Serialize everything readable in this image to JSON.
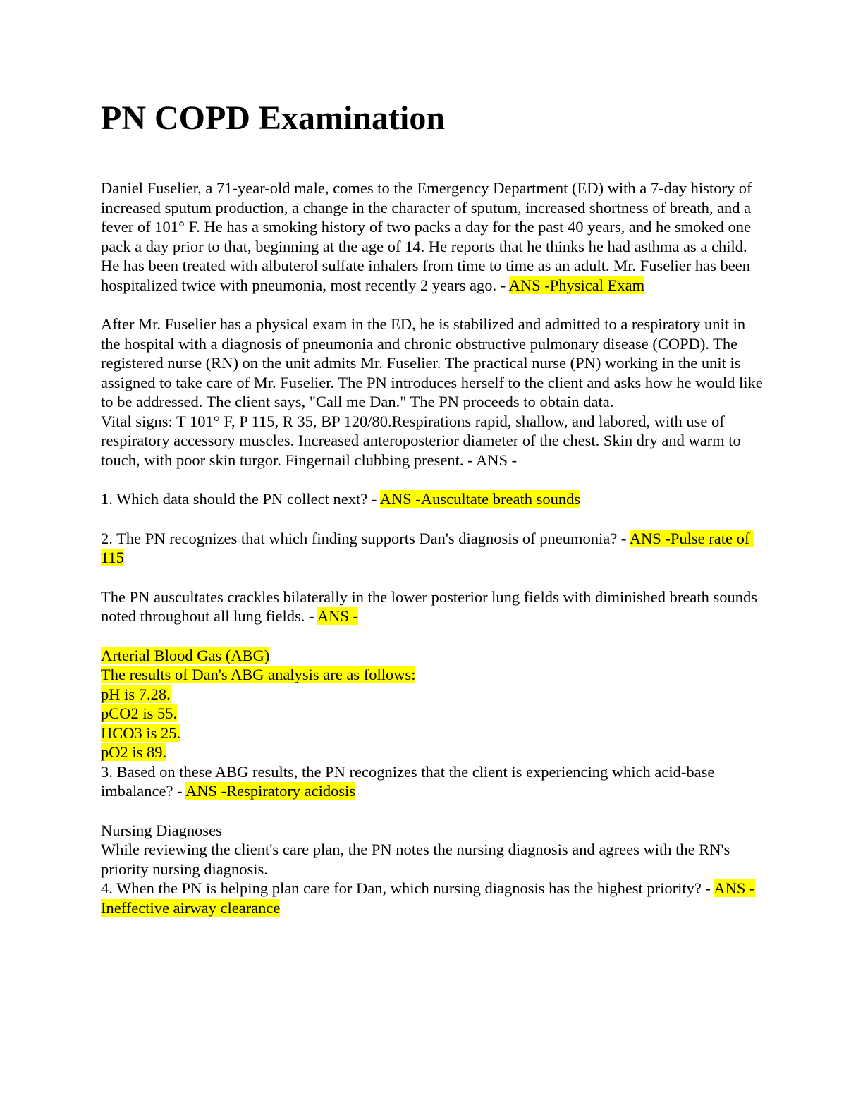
{
  "document": {
    "title": "PN COPD Examination",
    "highlight_color": "#ffff00",
    "text_color": "#000000",
    "background_color": "#ffffff",
    "paragraphs": [
      {
        "runs": [
          {
            "text": "Daniel Fuselier, a 71-year-old male, comes to the Emergency Department (ED) with a 7-day history of increased sputum production, a change in the character of sputum, increased shortness of breath, and a fever of 101° F. He has a smoking history of two packs a day for the past 40 years, and he smoked one pack a day prior to that, beginning at the age of 14. He reports that he thinks he had asthma as a child. He has been treated with albuterol sulfate inhalers from time to time as an adult. Mr. Fuselier has been hospitalized twice with pneumonia, most recently 2 years ago. - ",
            "highlight": false
          },
          {
            "text": "ANS -Physical Exam",
            "highlight": true
          }
        ]
      },
      {
        "runs": [
          {
            "text": "After Mr. Fuselier has a physical exam in the ED, he is stabilized and admitted to a respiratory unit in the hospital with a diagnosis of pneumonia and chronic obstructive pulmonary disease (COPD). The registered nurse (RN) on the unit admits Mr. Fuselier. The practical nurse (PN) working in the unit is assigned to take care of Mr. Fuselier. The PN introduces herself to the client and asks how he would like to be addressed. The client says, \"Call me Dan.\" The PN proceeds to obtain data.\nVital signs: T 101° F, P 115, R 35, BP 120/80.Respirations rapid, shallow, and labored, with use of respiratory accessory muscles. Increased anteroposterior diameter of the chest. Skin dry and warm to touch, with poor skin turgor. Fingernail clubbing present. - ANS -",
            "highlight": false
          }
        ]
      },
      {
        "runs": [
          {
            "text": "1. Which data should the PN collect next? - ",
            "highlight": false
          },
          {
            "text": "ANS -Auscultate breath sounds",
            "highlight": true
          }
        ]
      },
      {
        "runs": [
          {
            "text": "2. The PN recognizes that which finding supports Dan's diagnosis of pneumonia? - ",
            "highlight": false
          },
          {
            "text": "ANS -Pulse rate of 115",
            "highlight": true
          }
        ]
      },
      {
        "runs": [
          {
            "text": "The PN auscultates crackles bilaterally in the lower posterior lung fields with diminished breath sounds noted throughout all lung fields. - ",
            "highlight": false
          },
          {
            "text": "ANS -",
            "highlight": true
          }
        ]
      },
      {
        "runs": [
          {
            "text": "Arterial Blood Gas (ABG)\nThe results of Dan's ABG analysis are as follows:\npH is 7.28.\npCO2 is 55.\nHCO3 is 25.\npO2 is 89.",
            "highlight": true
          },
          {
            "text": "\n3. Based on these ABG results, the PN recognizes that the client is experiencing which acid-base imbalance? - ",
            "highlight": false
          },
          {
            "text": "ANS -Respiratory acidosis",
            "highlight": true
          }
        ]
      },
      {
        "runs": [
          {
            "text": "Nursing Diagnoses\nWhile reviewing the client's care plan, the PN notes the nursing diagnosis and agrees with the RN's priority nursing diagnosis.\n4. When the PN is helping plan care for Dan, which nursing diagnosis has the highest priority? - ",
            "highlight": false
          },
          {
            "text": "ANS -Ineffective airway clearance",
            "highlight": true
          }
        ]
      }
    ]
  }
}
